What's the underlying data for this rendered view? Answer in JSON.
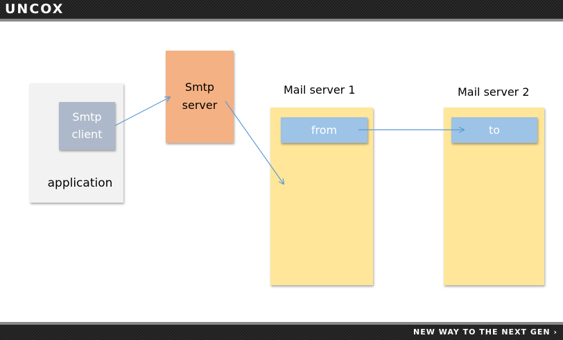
{
  "header": {
    "logo": "UNCOX"
  },
  "footer": {
    "tagline": "NEW WAY TO THE NEXT GEN ›"
  },
  "diagram": {
    "application_label": "application",
    "smtp_client_line1": "Smtp",
    "smtp_client_line2": "client",
    "smtp_server_line1": "Smtp",
    "smtp_server_line2": "server",
    "mail_server_1_label": "Mail server 1",
    "mail_server_2_label": "Mail server 2",
    "from_label": "from",
    "to_label": "to"
  },
  "colors": {
    "application_bg": "#f2f2f2",
    "smtp_client_bg": "#adb9ca",
    "smtp_server_bg": "#f4b183",
    "mail_server_bg": "#ffe699",
    "mailbox_bg": "#9dc3e6",
    "arrow": "#5b9bd5"
  }
}
